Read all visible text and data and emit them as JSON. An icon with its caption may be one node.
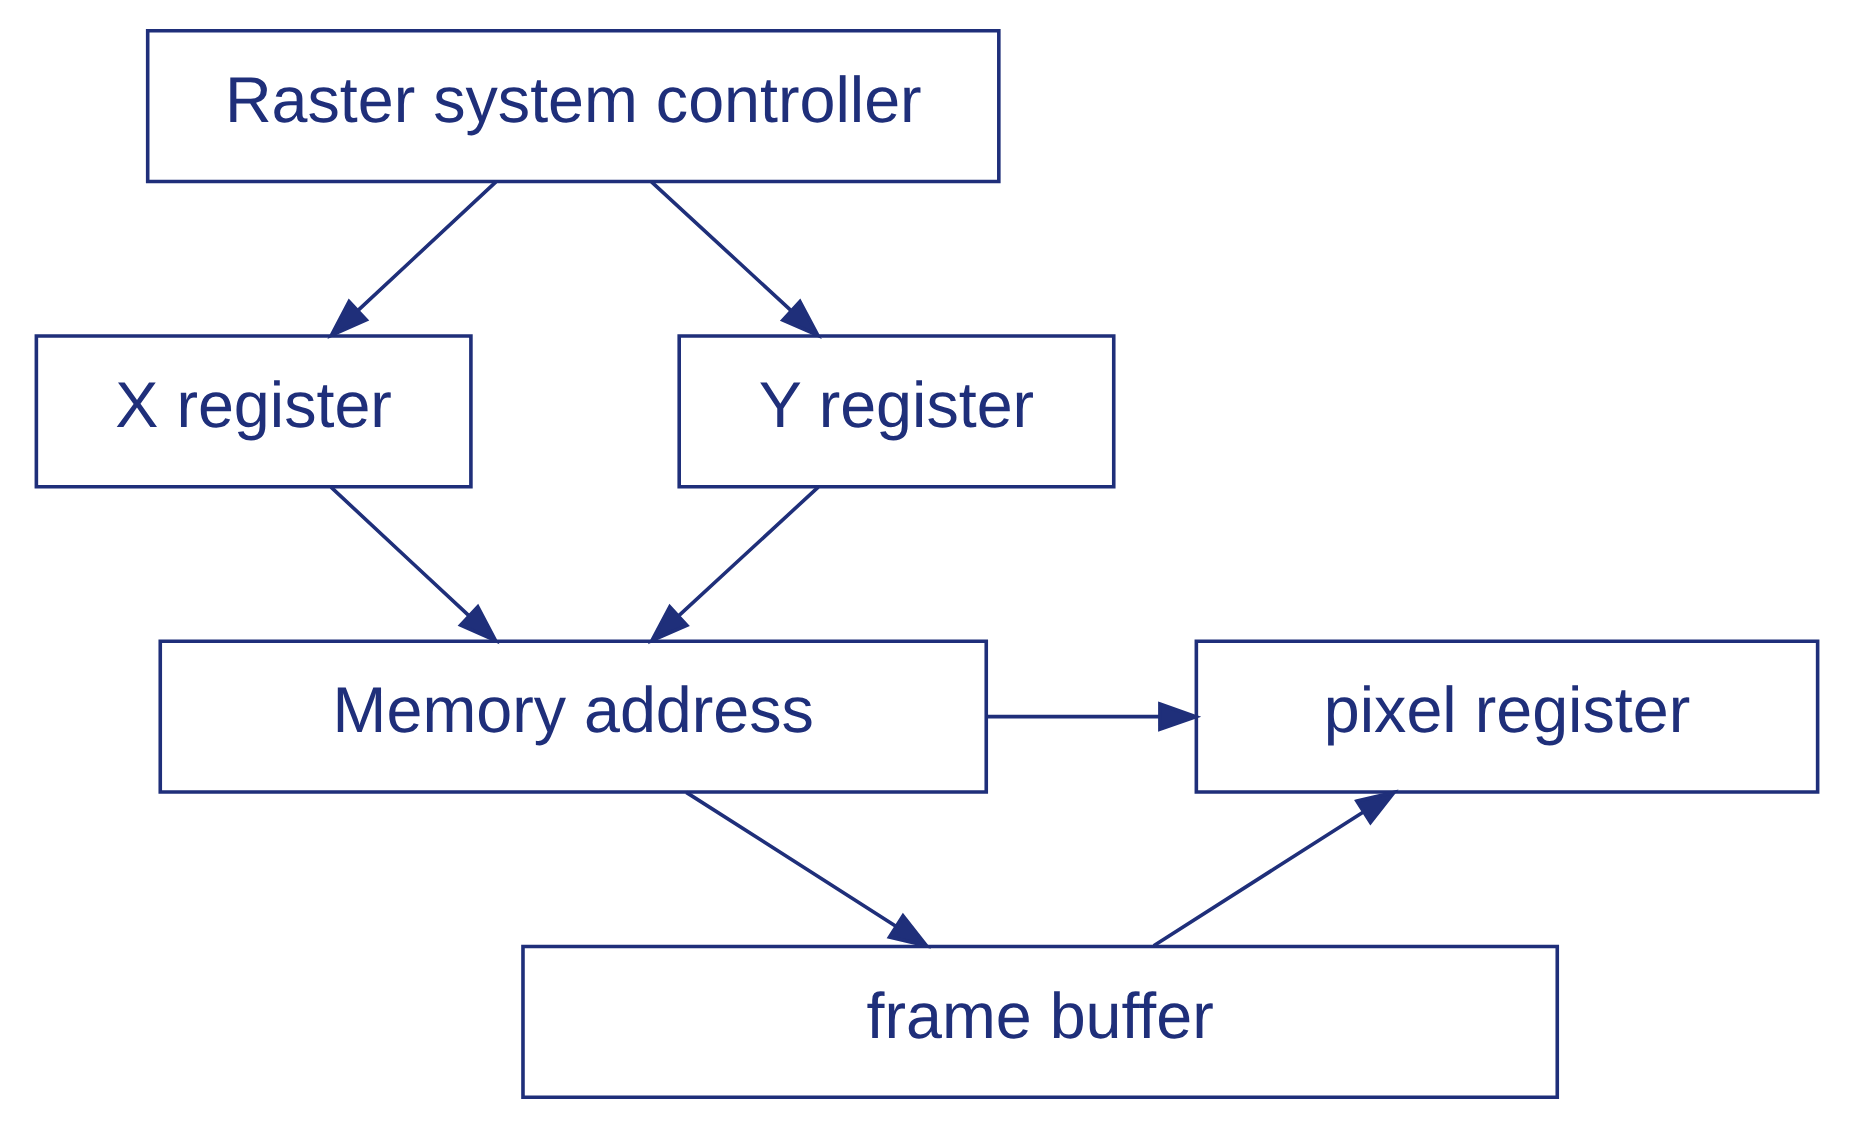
{
  "diagram": {
    "nodes": [
      {
        "text": [
          "Raster system controller"
        ]
      },
      {
        "text": [
          "X register"
        ]
      },
      {
        "text": [
          "Y register"
        ]
      },
      {
        "text": [
          "Memory address"
        ]
      },
      {
        "text": [
          "pixel register"
        ]
      },
      {
        "text": [
          "frame buffer"
        ]
      }
    ],
    "edges": [
      {
        "from": 0,
        "to": 1,
        "arrow": "to"
      },
      {
        "from": 0,
        "to": 2,
        "arrow": "to"
      },
      {
        "from": 1,
        "to": 3,
        "arrow": "to"
      },
      {
        "from": 2,
        "to": 3,
        "arrow": "to"
      },
      {
        "from": 3,
        "to": 4,
        "arrow": "to"
      },
      {
        "from": 3,
        "to": 5,
        "arrow": "to"
      },
      {
        "from": 5,
        "to": 4,
        "arrow": "to"
      }
    ]
  }
}
